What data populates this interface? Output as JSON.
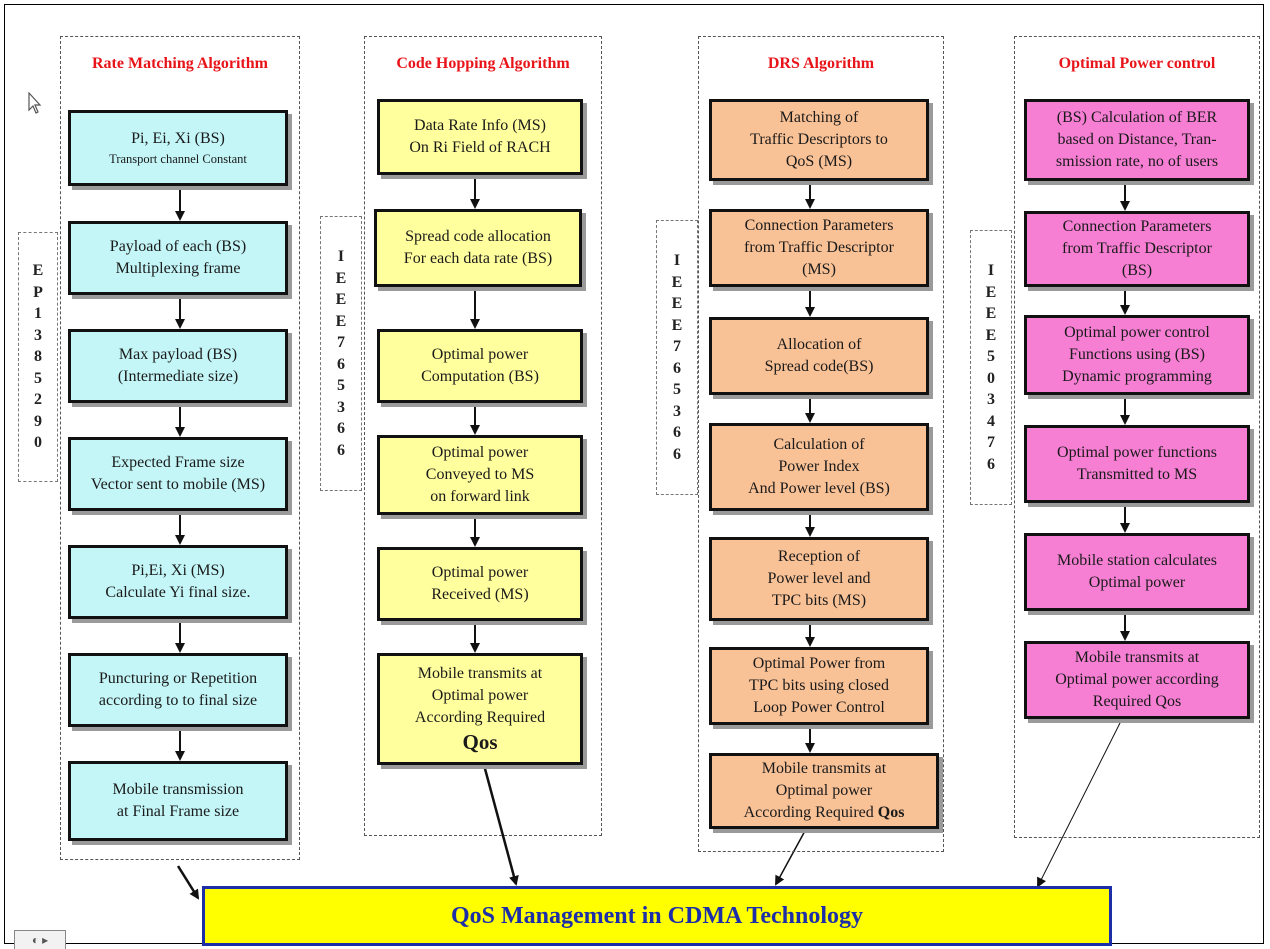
{
  "columns": [
    {
      "title": "Rate Matching Algorithm",
      "boxes": [
        {
          "lines": [
            "Pi, Ei,  Xi  (BS)"
          ],
          "small": [
            "Transport channel Constant"
          ]
        },
        {
          "lines": [
            "Payload of each (BS)",
            "Multiplexing frame"
          ]
        },
        {
          "lines": [
            "Max payload (BS)",
            "(Intermediate size)"
          ]
        },
        {
          "lines": [
            "Expected  Frame size",
            "Vector sent to mobile (MS)"
          ]
        },
        {
          "lines": [
            "Pi,Ei, Xi (MS)",
            "Calculate Yi final size."
          ]
        },
        {
          "lines": [
            "Puncturing or Repetition",
            "according to to final size"
          ]
        },
        {
          "lines": [
            "Mobile transmission",
            "at Final Frame size"
          ]
        }
      ],
      "tag": [
        "E",
        "P",
        "1",
        "3",
        "8",
        "5",
        "2",
        "9",
        "0"
      ]
    },
    {
      "title": "Code Hopping Algorithm",
      "boxes": [
        {
          "lines": [
            "Data Rate Info (MS)",
            "On Ri Field of RACH"
          ]
        },
        {
          "lines": [
            "Spread code allocation",
            "For each data rate (BS)"
          ]
        },
        {
          "lines": [
            "Optimal power",
            "Computation (BS)"
          ]
        },
        {
          "lines": [
            "Optimal power",
            "Conveyed to MS",
            "on forward link"
          ]
        },
        {
          "lines": [
            "Optimal power",
            "Received (MS)"
          ]
        },
        {
          "lines": [
            "Mobile transmits at",
            "Optimal power",
            "According Required"
          ],
          "big": "Qos"
        }
      ],
      "tag": [
        "I",
        "E",
        "E",
        "E",
        "7",
        "6",
        "5",
        "3",
        "6",
        "6"
      ]
    },
    {
      "title": "DRS Algorithm",
      "boxes": [
        {
          "lines": [
            "Matching of",
            "Traffic Descriptors to",
            "QoS (MS)"
          ]
        },
        {
          "lines": [
            "Connection Parameters",
            "from Traffic Descriptor",
            "(MS)"
          ]
        },
        {
          "lines": [
            "Allocation of",
            "Spread code(BS)"
          ]
        },
        {
          "lines": [
            "Calculation of",
            "Power Index",
            "And Power level (BS)"
          ]
        },
        {
          "lines": [
            "Reception of",
            "Power level and",
            "TPC bits (MS)"
          ]
        },
        {
          "lines": [
            "Optimal Power from",
            "TPC bits using closed",
            "Loop Power Control"
          ]
        },
        {
          "lines": [
            "Mobile transmits at",
            "Optimal power"
          ],
          "tail_prefix": "According Required ",
          "tail_bold": "Qos"
        }
      ],
      "tag": [
        "I",
        "E",
        "E",
        "E",
        "7",
        "6",
        "5",
        "3",
        "6",
        "6"
      ]
    },
    {
      "title": "Optimal Power control",
      "boxes": [
        {
          "lines": [
            "(BS) Calculation of BER",
            "based on Distance, Tran-",
            "smission rate, no of users"
          ]
        },
        {
          "lines": [
            "Connection Parameters",
            "from Traffic Descriptor",
            "(BS)"
          ]
        },
        {
          "lines": [
            "Optimal power control",
            "Functions using (BS)",
            "Dynamic programming"
          ]
        },
        {
          "lines": [
            "Optimal power functions",
            "Transmitted to MS"
          ]
        },
        {
          "lines": [
            "Mobile station calculates",
            "Optimal power"
          ]
        },
        {
          "lines": [
            "Mobile transmits at",
            "Optimal power according",
            "Required Qos"
          ]
        }
      ],
      "tag": [
        "I",
        "E",
        "E",
        "E",
        "5",
        "0",
        "3",
        "4",
        "7",
        "6"
      ]
    }
  ],
  "bottom": {
    "label": "QoS Management in CDMA Technology"
  },
  "colors": {
    "blue": "#c4f6f8",
    "yellow": "#ffff9e",
    "orange": "#f9c196",
    "pink": "#f67fd4",
    "title_red": "#e8141a",
    "bottom_fill": "#ffff00",
    "bottom_text": "#1c2ea8"
  },
  "icons": [
    "mouse-cursor-icon"
  ]
}
